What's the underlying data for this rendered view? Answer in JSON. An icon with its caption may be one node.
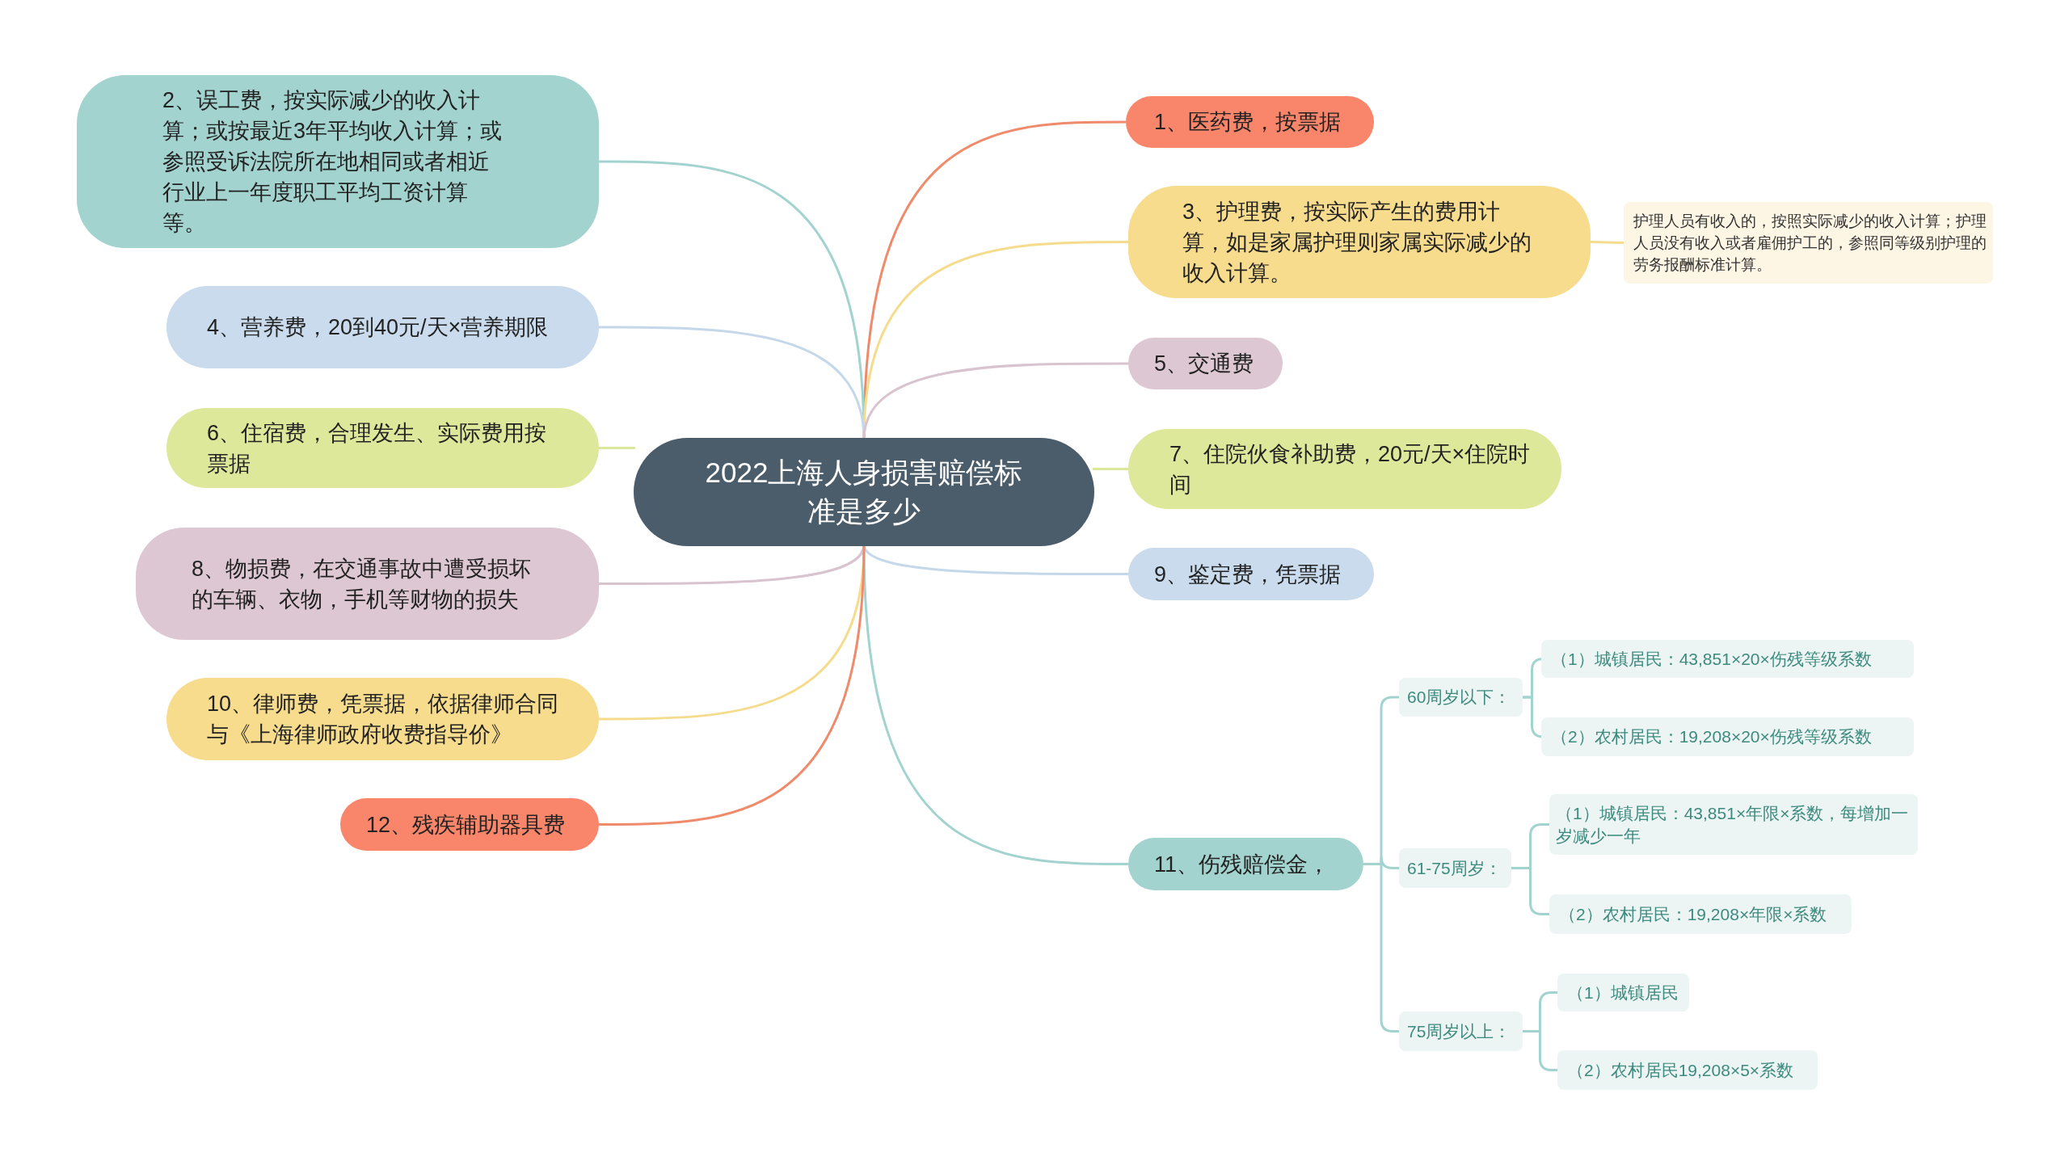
{
  "diagram": {
    "nodes": [
      {
        "text": [
          "2022上海人身损害赔偿标准是多少"
        ]
      },
      {
        "text": [
          "1、医药费，按票据"
        ]
      },
      {
        "text": [
          "2、误工费，按实际减少的收入计算；或按最近3年平均收入计算；或参照受诉法院所在地相同或者相近行业上一年度职工平均工资计算等。"
        ]
      },
      {
        "text": [
          "3、护理费，按实际产生的费用计算，如是家属护理则家属实际减少的收入计算。"
        ]
      },
      {
        "text": [
          "护理人员有收入的，按照实际减少的收入计算；护理人员没有收入或者雇佣护工的，参照同等级别护理的劳务报酬标准计算。"
        ]
      },
      {
        "text": [
          "4、营养费，20到40元/天×营养期限"
        ]
      },
      {
        "text": [
          "5、交通费"
        ]
      },
      {
        "text": [
          "6、住宿费，合理发生、实际费用按票据"
        ]
      },
      {
        "text": [
          "7、住院伙食补助费，20元/天×住院时间"
        ]
      },
      {
        "text": [
          "8、物损费，在交通事故中遭受损坏的车辆、衣物，手机等财物的损失"
        ]
      },
      {
        "text": [
          "9、鉴定费，凭票据"
        ]
      },
      {
        "text": [
          "10、律师费，凭票据，依据律师合同与《上海律师政府收费指导价》"
        ]
      },
      {
        "text": [
          "11、伤残赔偿金，"
        ]
      },
      {
        "text": [
          "60周岁以下："
        ]
      },
      {
        "text": [
          "（1）城镇居民：43,851×20×伤残等级系数"
        ]
      },
      {
        "text": [
          "（2）农村居民：19,208×20×伤残等级系数"
        ]
      },
      {
        "text": [
          "61-75周岁："
        ]
      },
      {
        "text": [
          "（1）城镇居民：43,851×年限×系数，每增加一岁减少一年"
        ]
      },
      {
        "text": [
          "（2）农村居民：19,208×年限×系数"
        ]
      },
      {
        "text": [
          "75周岁以上："
        ]
      },
      {
        "text": [
          "（1）城镇居民"
        ]
      },
      {
        "text": [
          "（2）农村居民19,208×5×系数"
        ]
      },
      {
        "text": [
          "12、残疾辅助器具费"
        ]
      }
    ],
    "edges": [
      {
        "from": 0,
        "to": 1,
        "arrow": "none",
        "color": "#ef8b6b"
      },
      {
        "from": 0,
        "to": 2,
        "arrow": "none",
        "color": "#a3d3cf"
      },
      {
        "from": 0,
        "to": 3,
        "arrow": "none",
        "color": "#f5dc8c"
      },
      {
        "from": 3,
        "to": 4,
        "arrow": "none",
        "color": "#f5dc8c"
      },
      {
        "from": 0,
        "to": 5,
        "arrow": "none",
        "color": "#c5d8ea"
      },
      {
        "from": 0,
        "to": 6,
        "arrow": "none",
        "color": "#d8c3cf"
      },
      {
        "from": 0,
        "to": 7,
        "arrow": "none",
        "color": "#dbe79a"
      },
      {
        "from": 0,
        "to": 8,
        "arrow": "none",
        "color": "#dbe79a"
      },
      {
        "from": 0,
        "to": 9,
        "arrow": "none",
        "color": "#d8c3cf"
      },
      {
        "from": 0,
        "to": 10,
        "arrow": "none",
        "color": "#c5d8ea"
      },
      {
        "from": 0,
        "to": 11,
        "arrow": "none",
        "color": "#f5dc8c"
      },
      {
        "from": 0,
        "to": 12,
        "arrow": "none",
        "color": "#a3d3cf"
      },
      {
        "from": 12,
        "to": 13,
        "arrow": "none",
        "color": "#a3d3cf"
      },
      {
        "from": 13,
        "to": 14,
        "arrow": "none",
        "color": "#a3d3cf"
      },
      {
        "from": 13,
        "to": 15,
        "arrow": "none",
        "color": "#a3d3cf"
      },
      {
        "from": 12,
        "to": 16,
        "arrow": "none",
        "color": "#a3d3cf"
      },
      {
        "from": 16,
        "to": 17,
        "arrow": "none",
        "color": "#a3d3cf"
      },
      {
        "from": 16,
        "to": 18,
        "arrow": "none",
        "color": "#a3d3cf"
      },
      {
        "from": 12,
        "to": 19,
        "arrow": "none",
        "color": "#a3d3cf"
      },
      {
        "from": 19,
        "to": 20,
        "arrow": "none",
        "color": "#a3d3cf"
      },
      {
        "from": 19,
        "to": 21,
        "arrow": "none",
        "color": "#a3d3cf"
      },
      {
        "from": 0,
        "to": 22,
        "arrow": "none",
        "color": "#ef8b6b"
      }
    ]
  }
}
